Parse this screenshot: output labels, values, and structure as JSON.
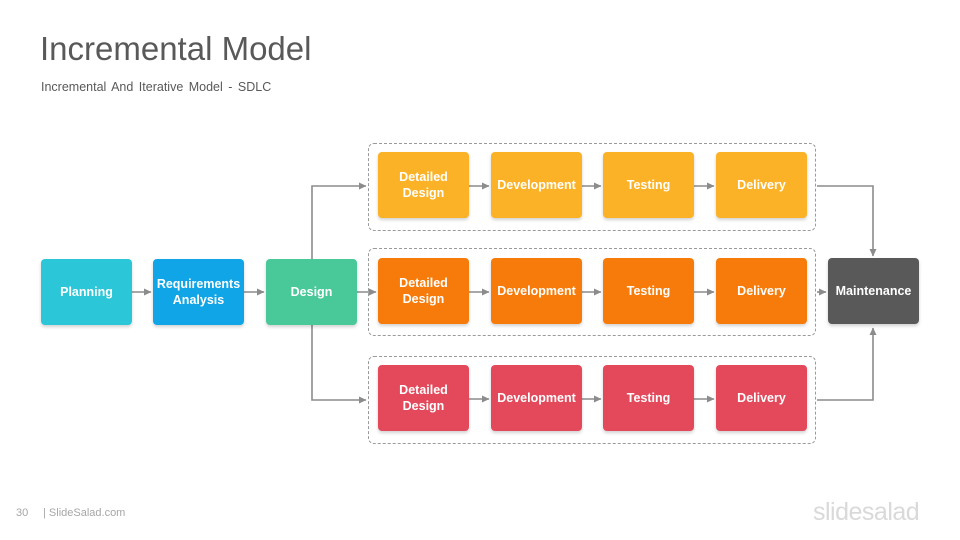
{
  "header": {
    "title": "Incremental Model",
    "subtitle": "Incremental And Iterative Model - SDLC"
  },
  "colors": {
    "planning": "#2bc6d7",
    "requirements": "#0fa5e6",
    "design": "#49c89a",
    "row1": "#fbb227",
    "row2": "#f77b0b",
    "row3": "#e4495b",
    "maintenance": "#595959",
    "arrow": "#8c8c8c"
  },
  "stages": {
    "planning": "Planning",
    "requirements_line1": "Requirements",
    "requirements_line2": "Analysis",
    "design": "Design",
    "maintenance": "Maintenance"
  },
  "increments": [
    {
      "detailed_line1": "Detailed",
      "detailed_line2": "Design",
      "development": "Development",
      "testing": "Testing",
      "delivery": "Delivery"
    },
    {
      "detailed_line1": "Detailed",
      "detailed_line2": "Design",
      "development": "Development",
      "testing": "Testing",
      "delivery": "Delivery"
    },
    {
      "detailed_line1": "Detailed",
      "detailed_line2": "Design",
      "development": "Development",
      "testing": "Testing",
      "delivery": "Delivery"
    }
  ],
  "footer": {
    "page_number": "30",
    "site": "| SlideSalad.com",
    "logo": "slidesalad"
  }
}
